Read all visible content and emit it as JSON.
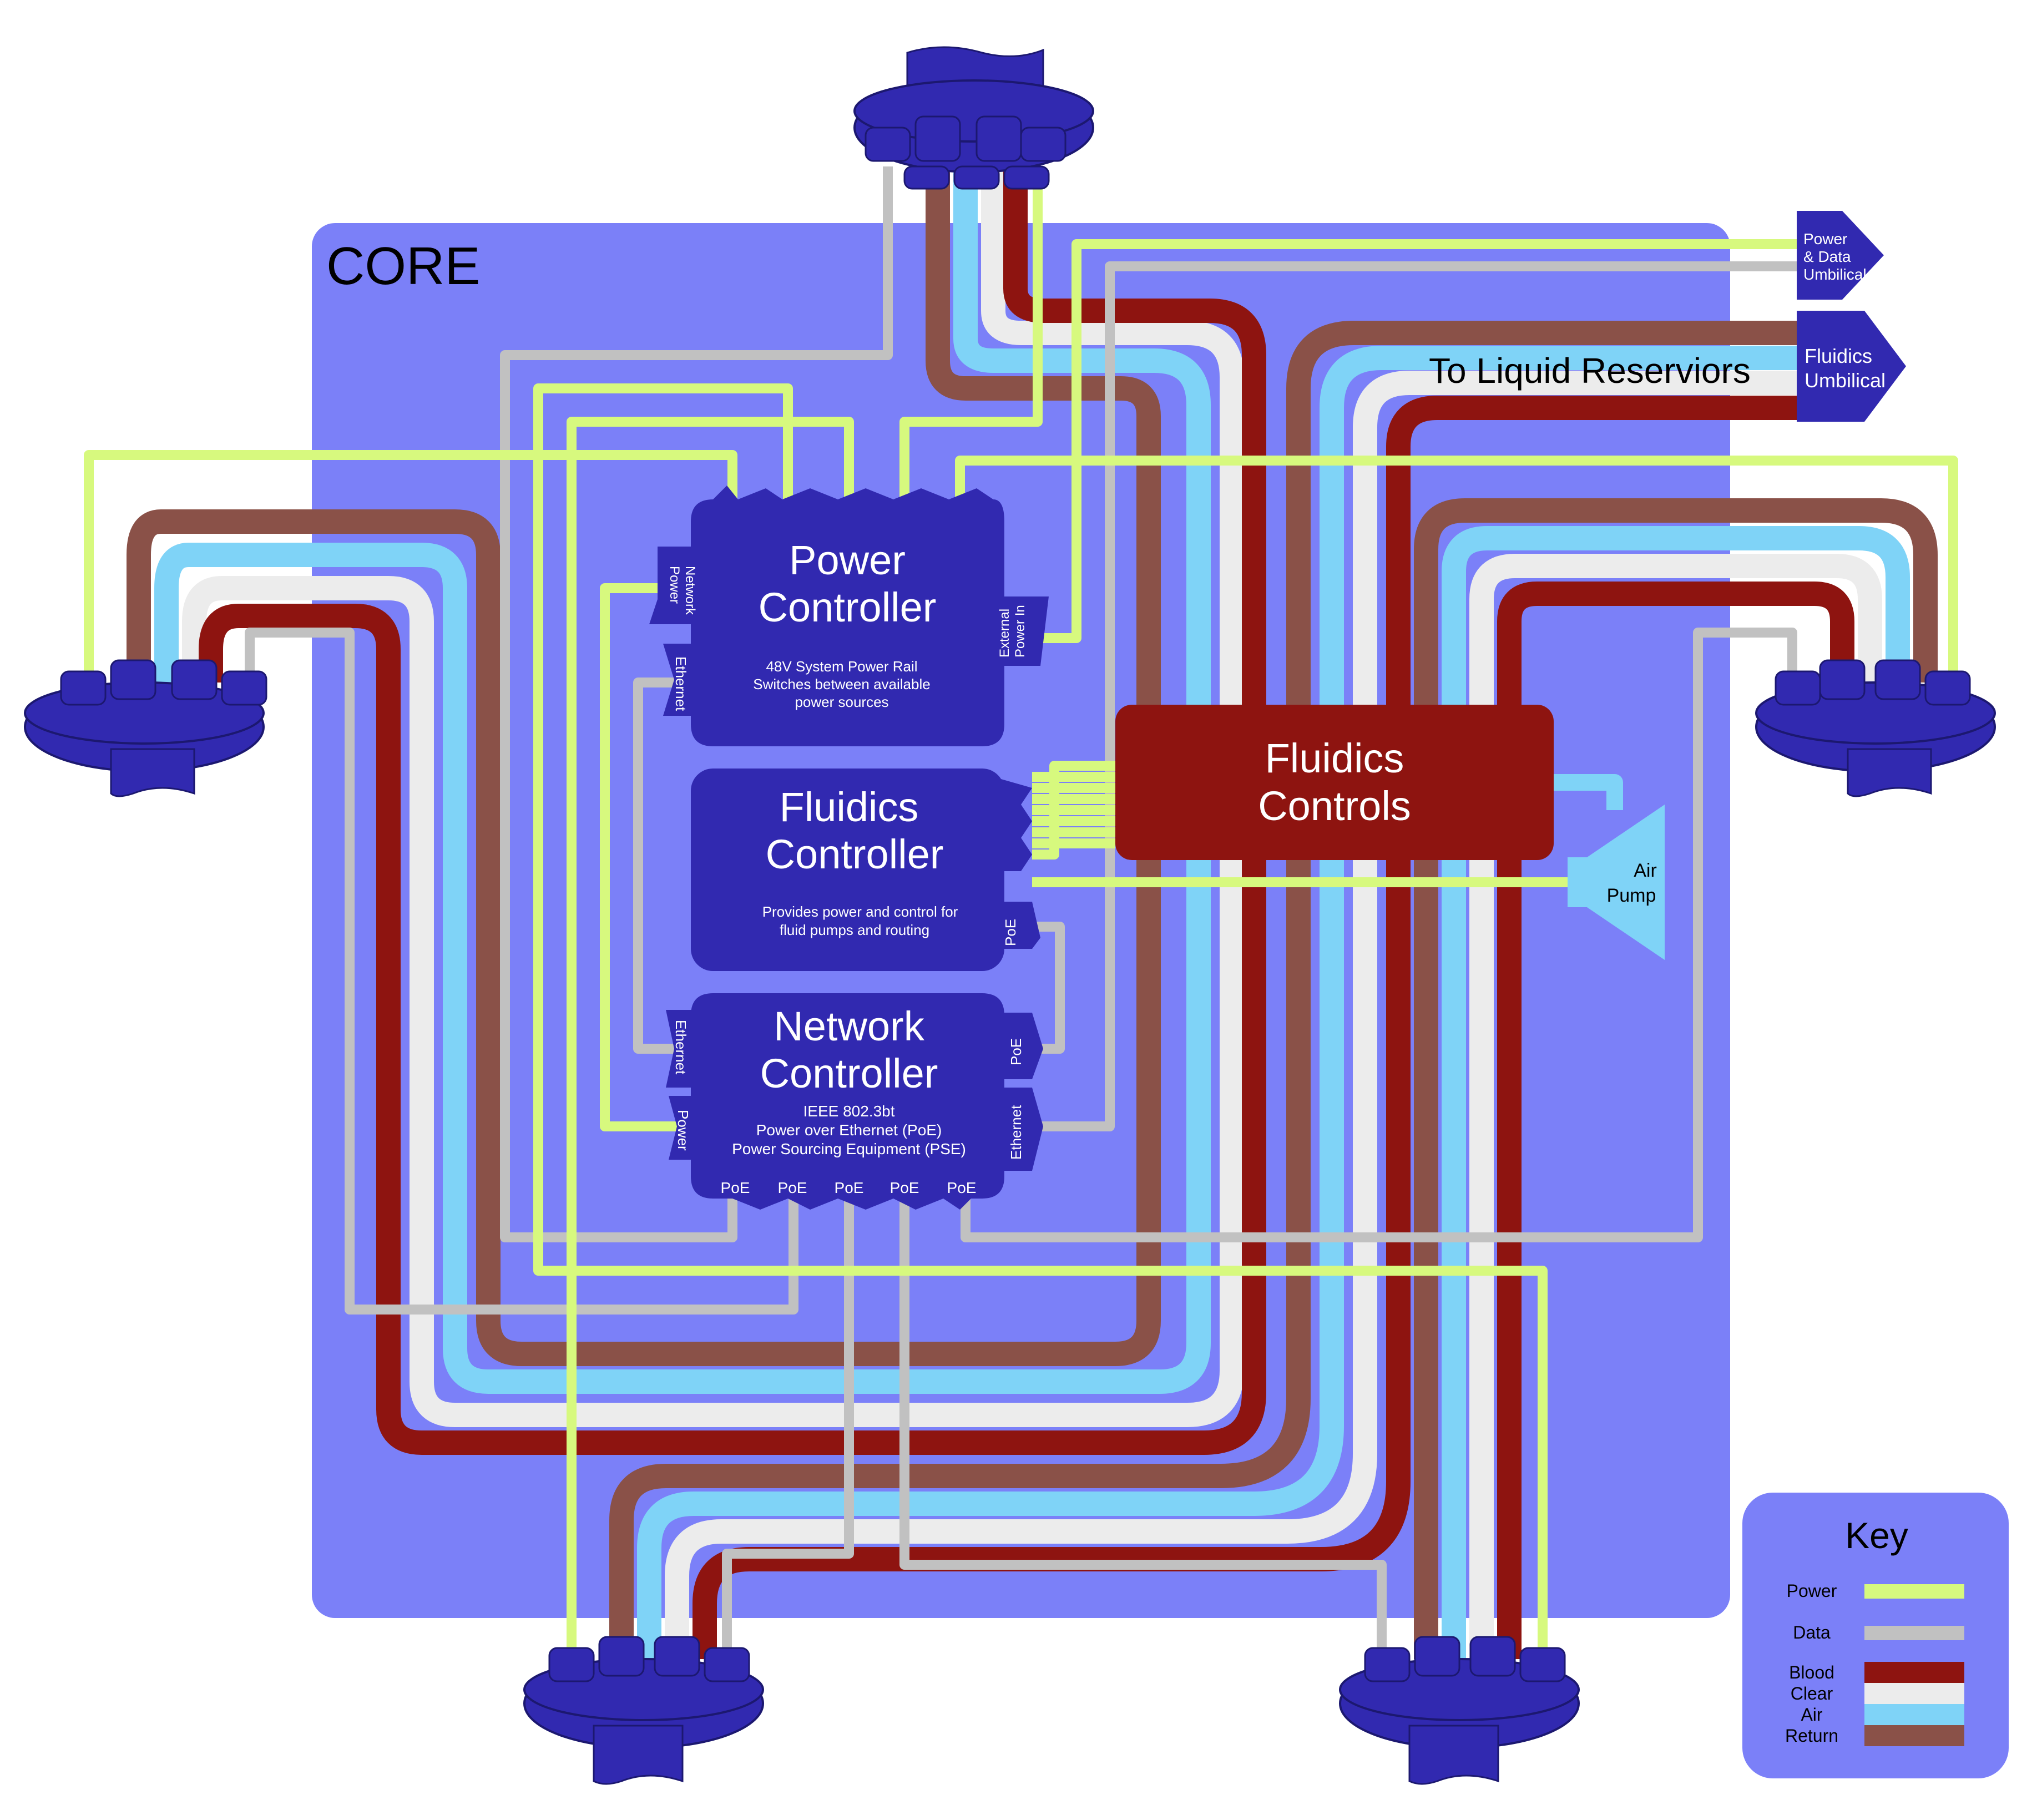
{
  "core": {
    "label": "CORE"
  },
  "reservoir_label": "To Liquid Reserviors",
  "umbilicals": {
    "power_data": [
      "Power",
      "& Data",
      "Umbilical"
    ],
    "fluidics": [
      "Fluidics",
      "Umbilical"
    ]
  },
  "power_controller": {
    "title": [
      "Power",
      "Controller"
    ],
    "desc": [
      "48V System Power Rail",
      "Switches between available",
      "power sources"
    ],
    "port_network_power": [
      "Network",
      "Power"
    ],
    "port_ethernet": "Ethernet",
    "port_external_power": [
      "External",
      "Power In"
    ]
  },
  "fluidics_controller": {
    "title": [
      "Fluidics",
      "Controller"
    ],
    "desc": [
      "Provides power and control for",
      "fluid pumps and routing"
    ],
    "port_poe": "PoE"
  },
  "network_controller": {
    "title": [
      "Network",
      "Controller"
    ],
    "desc": [
      "IEEE 802.3bt",
      "Power over Ethernet (PoE)",
      "Power Sourcing Equipment (PSE)"
    ],
    "port_ethernet_left": "Ethernet",
    "port_power_left": "Power",
    "port_poe_right": "PoE",
    "port_ethernet_right": "Ethernet",
    "bottom_ports": [
      "PoE",
      "PoE",
      "PoE",
      "PoE",
      "PoE"
    ]
  },
  "fluidics_controls": {
    "title": [
      "Fluidics",
      "Controls"
    ]
  },
  "air_pump": {
    "label": [
      "Air",
      "Pump"
    ]
  },
  "key": {
    "title": "Key",
    "power": "Power",
    "data": "Data",
    "blood": "Blood",
    "clear": "Clear",
    "air": "Air",
    "return": "Return"
  },
  "colors": {
    "core_bg": "#7b80f8",
    "box": "#3129b0",
    "fluidics_controls": "#8e1410",
    "power": "#d7f97e",
    "data": "#c1c1c1",
    "blood": "#8e1410",
    "clear": "#ececec",
    "air": "#7fd3f7",
    "return": "#8a5148"
  }
}
